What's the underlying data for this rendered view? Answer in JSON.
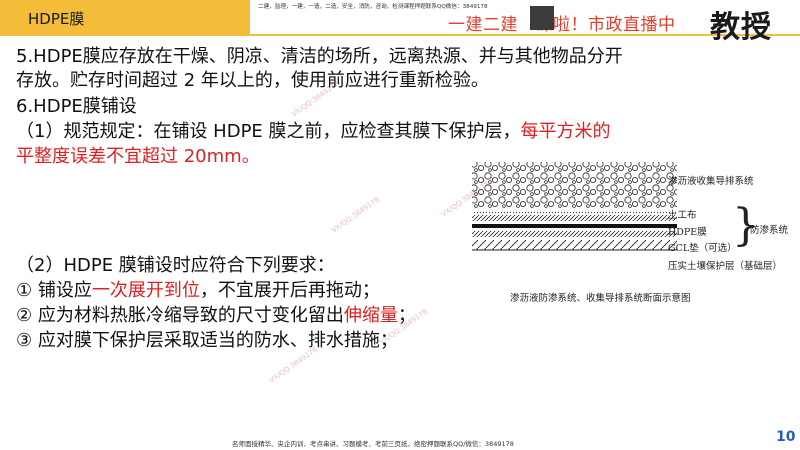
{
  "header": {
    "title": "HDPE膜",
    "watermark_top": "二建，监理，一建，一造，二造，安全，消防，咨询，检测课程押题联系QQ微信：3849178",
    "banner": "一建二建　课啦！市政直播中",
    "badge": "教授"
  },
  "content": {
    "line1": "5.HDPE膜应存放在干燥、阴凉、清洁的场所，远离热源、并与其他物品分开",
    "line2": "存放。贮存时间超过 2 年以上的，使用前应进行重新检验。",
    "line3": "6.HDPE膜铺设",
    "line4_normal": "（1）规范规定：在铺设 HDPE 膜之前，应检查其膜下保护层，",
    "line4_red": "每平方米的",
    "line5_red": "平整度误差不宜超过 20mm。",
    "line6": "（2）HDPE 膜铺设时应符合下列要求：",
    "item1_prefix": "① 铺设应",
    "item1_red": "一次展开到位",
    "item1_suffix": "，不宜展开后再拖动；",
    "item2_prefix": "② 应为材料热胀冷缩导致的尺寸变化留出",
    "item2_red": "伸缩量",
    "item2_suffix": "；",
    "item3": "③ 应对膜下保护层采取适当的防水、排水措施；"
  },
  "diagram": {
    "label_drainage": "渗沥液收集导排系统",
    "label_geotextile": "土工布",
    "label_hdpe": "HDPE膜",
    "label_gcl": "GCL垫（可选）",
    "label_base": "压实土壤保护层（基础层）",
    "label_seepage": "防渗系统",
    "caption": "渗沥液防渗系统、收集导排系统断面示意图"
  },
  "watermarks": [
    "VX/QQ:3849178",
    "VX/QQ:3849178",
    "VX/QQ:3849178",
    "VX/QQ:3849178",
    "VX/QQ:3849178"
  ],
  "footer": {
    "text": "名师面授精华、央企内训、考点串讲、习题模考、考前三页纸、绝密押题联系QQ/微信：3849178",
    "page": "10"
  },
  "colors": {
    "accent": "#f3bd3a",
    "highlight": "#e02020",
    "page_number": "#1f5fbf"
  }
}
